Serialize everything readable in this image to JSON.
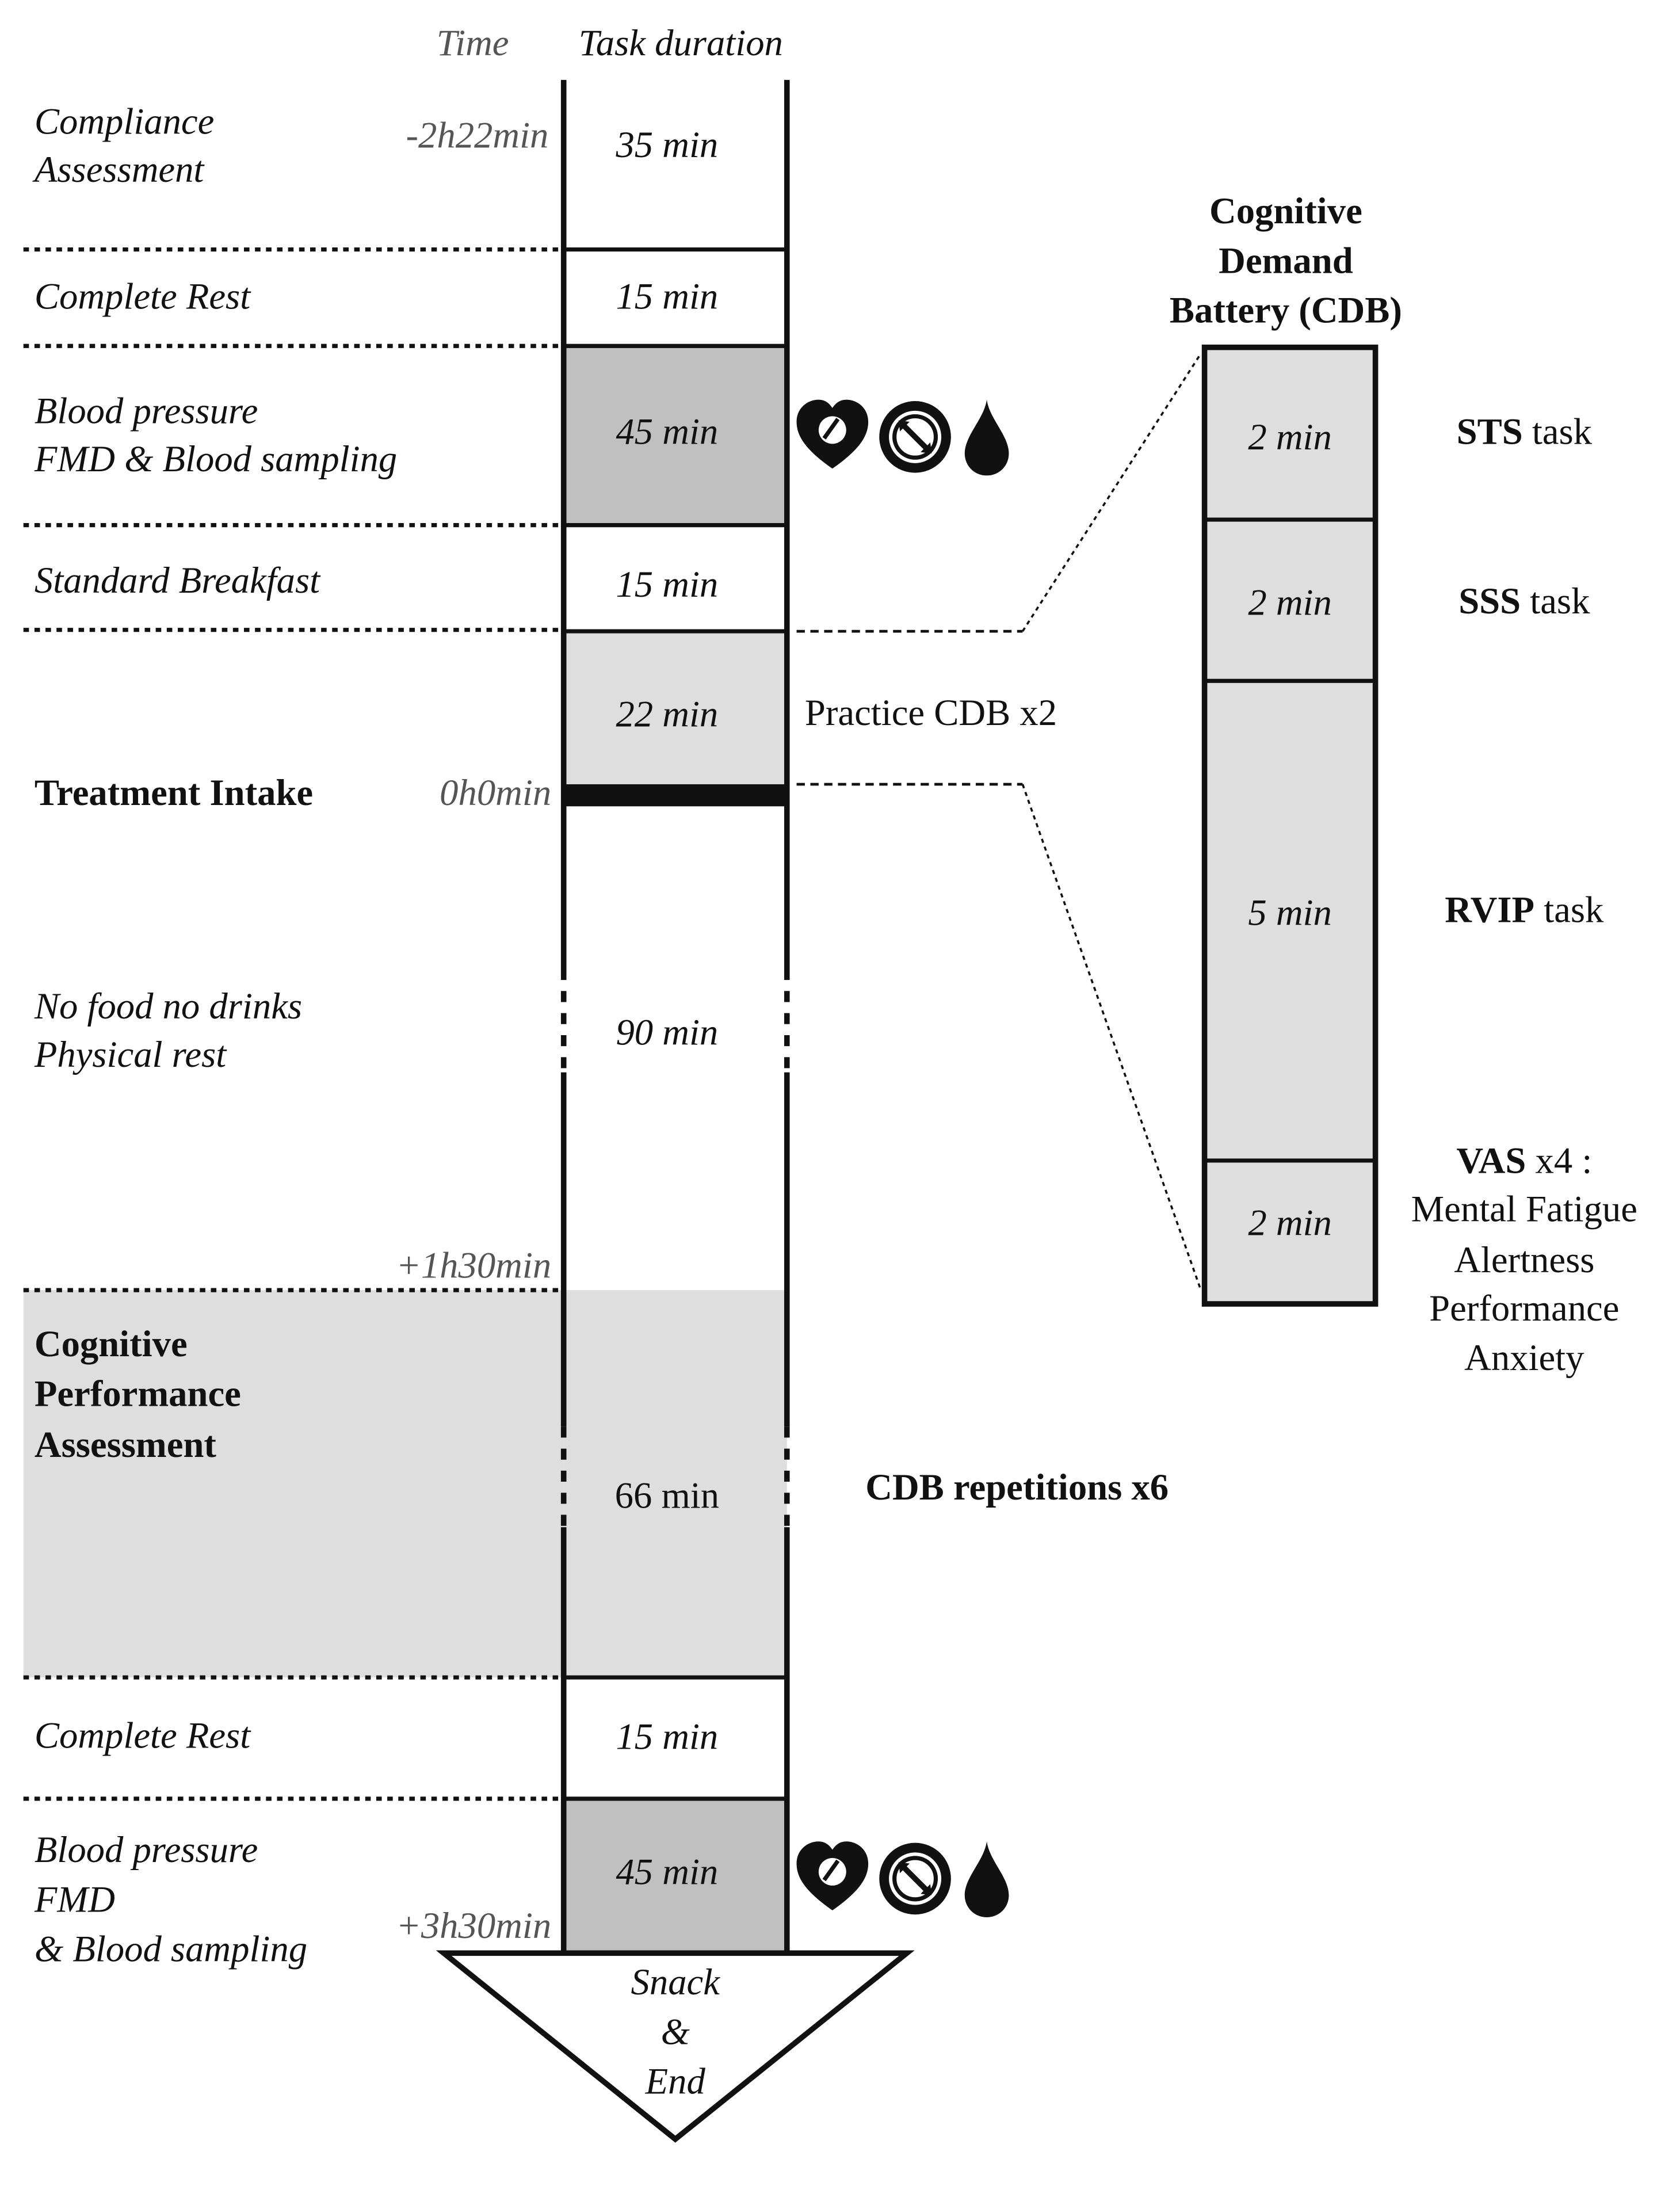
{
  "header": {
    "time": "Time",
    "task_duration": "Task duration"
  },
  "phases": {
    "compliance": {
      "label_lines": [
        "Compliance",
        "Assessment"
      ],
      "time": "-2h22min",
      "duration": "35 min"
    },
    "rest1": {
      "label": "Complete Rest",
      "duration": "15 min"
    },
    "measure1": {
      "label_lines": [
        "Blood pressure",
        "FMD & Blood sampling"
      ],
      "duration": "45 min"
    },
    "breakfast": {
      "label": "Standard Breakfast",
      "duration": "15 min"
    },
    "practice": {
      "duration": "22 min",
      "note": "Practice CDB x2"
    },
    "intake": {
      "label": "Treatment Intake",
      "time": "0h0min"
    },
    "fasting": {
      "label_lines": [
        "No food no drinks",
        "Physical rest"
      ],
      "duration": "90 min",
      "end_time": "+1h30min"
    },
    "cognitive": {
      "label_lines": [
        "Cognitive",
        "Performance",
        "Assessment"
      ],
      "duration": "66 min",
      "note": "CDB repetitions x6"
    },
    "rest2": {
      "label": "Complete Rest",
      "duration": "15 min"
    },
    "measure2": {
      "label_lines": [
        "Blood pressure",
        "FMD",
        "& Blood sampling"
      ],
      "duration": "45 min",
      "time": "+3h30min"
    },
    "end": {
      "label_lines": [
        "Snack",
        "&",
        "End"
      ]
    }
  },
  "cdb": {
    "title_lines": [
      "Cognitive",
      "Demand",
      "Battery (CDB)"
    ],
    "tasks": [
      {
        "duration": "2 min",
        "name_bold": "STS",
        "name_rest": " task"
      },
      {
        "duration": "2 min",
        "name_bold": "SSS",
        "name_rest": " task"
      },
      {
        "duration": "5 min",
        "name_bold": "RVIP",
        "name_rest": " task"
      },
      {
        "duration": "2 min",
        "name_bold": "VAS",
        "name_rest": " x4 :",
        "sub_lines": [
          "Mental Fatigue",
          "Alertness",
          "Performance",
          "Anxiety"
        ]
      }
    ]
  },
  "icons": [
    "heart-icon",
    "gauge-icon",
    "blood-drop-icon"
  ],
  "colors": {
    "dark_gray": "#c0c0c0",
    "light_gray": "#dedede",
    "line": "#111111"
  }
}
